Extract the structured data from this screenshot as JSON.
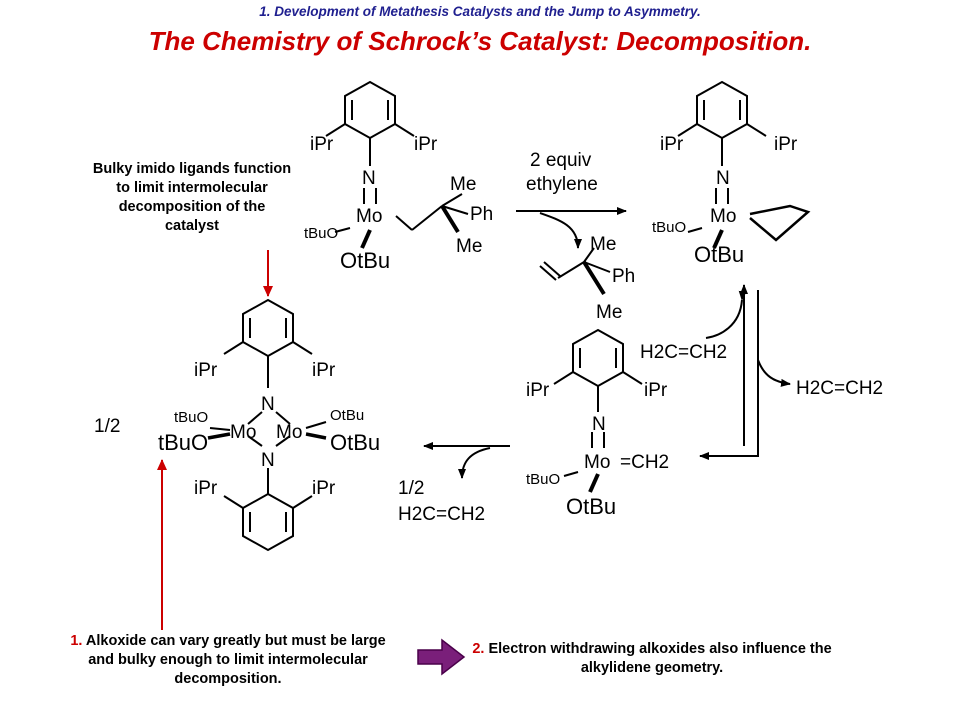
{
  "header": {
    "subtitle": "1. Development of Metathesis Catalysts and the Jump to Asymmetry.",
    "title": "The Chemistry of Schrock’s Catalyst: Decomposition."
  },
  "notes": {
    "bulky_imido": "Bulky imido ligands function to limit intermolecular decomposition of the catalyst",
    "alkoxide_num": "1.",
    "alkoxide": "Alkoxide can vary greatly but must be large and bulky enough to limit intermolecular decomposition.",
    "ewg_num": "2.",
    "ewg": "Electron withdrawing alkoxides also influence the alkylidene geometry."
  },
  "scheme": {
    "ipr": "iPr",
    "n": "N",
    "mo": "Mo",
    "otbu": "OtBu",
    "tbuo": "tBuO",
    "me": "Me",
    "ph": "Ph",
    "reagent_line1": "2 equiv",
    "reagent_line2": "ethylene",
    "ethylene": "H2C=CH2",
    "ch2": "=CH2",
    "half": "1/2"
  },
  "colors": {
    "title": "#cc0000",
    "subtitle": "#1f1f8f",
    "annotation_arrow": "#cc0000",
    "pointer_arrow": "#7a1f7a"
  }
}
